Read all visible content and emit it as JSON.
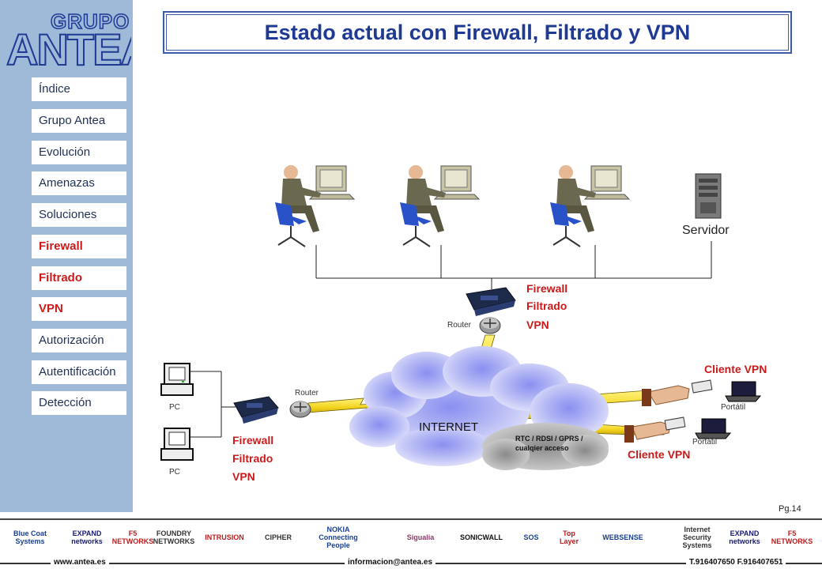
{
  "logo": {
    "text_top": "GRUPO",
    "text_main": "ANTEA"
  },
  "title": "Estado actual con Firewall, Filtrado y VPN",
  "nav": [
    {
      "label": "Índice",
      "active": false
    },
    {
      "label": "Grupo Antea",
      "active": false
    },
    {
      "label": "Evolución",
      "active": false
    },
    {
      "label": "Amenazas",
      "active": false
    },
    {
      "label": "Soluciones",
      "active": false
    },
    {
      "label": "Firewall",
      "active": true
    },
    {
      "label": "Filtrado",
      "active": true
    },
    {
      "label": "VPN",
      "active": true
    },
    {
      "label": "Autorización",
      "active": false
    },
    {
      "label": "Autentificación",
      "active": false
    },
    {
      "label": "Detección",
      "active": false
    }
  ],
  "diagram": {
    "server_label": "Servidor",
    "router_top_label": "Router",
    "router_left_label": "Router",
    "top_firewall_lines": [
      "Firewall",
      "Filtrado",
      "VPN"
    ],
    "left_firewall_lines": [
      "Firewall",
      "Filtrado",
      "VPN"
    ],
    "pc_label_1": "PC",
    "pc_label_2": "PC",
    "internet_label": "INTERNET",
    "rtc_line_1": "RTC / RDSI / GPRS /",
    "rtc_line_2": "cualqier acceso",
    "client_vpn_1": "Cliente VPN",
    "client_vpn_2": "Cliente VPN",
    "portatil_1": "Portátil",
    "portatil_2": "Portátil"
  },
  "page_number": "Pg.14",
  "partners": [
    "Blue Coat Systems",
    "EXPAND networks",
    "F5 NETWORKS",
    "FOUNDRY NETWORKS",
    "INTRUSION",
    "CIPHER",
    "NOKIA Connecting People",
    "",
    "Sigualia",
    "SONICWALL",
    "SOS",
    "Top Layer",
    "WEBSENSE",
    "Internet Security Systems",
    "EXPAND networks",
    "F5 NETWORKS"
  ],
  "footer": {
    "website": "www.antea.es",
    "email": "informacion@antea.es",
    "phones": "T.916407650 F.916407651"
  },
  "colors": {
    "sidebar": "#9fb9d9",
    "title": "#1f3a93",
    "active_nav": "#cc1a1a",
    "bolt": "#f2d21a"
  }
}
